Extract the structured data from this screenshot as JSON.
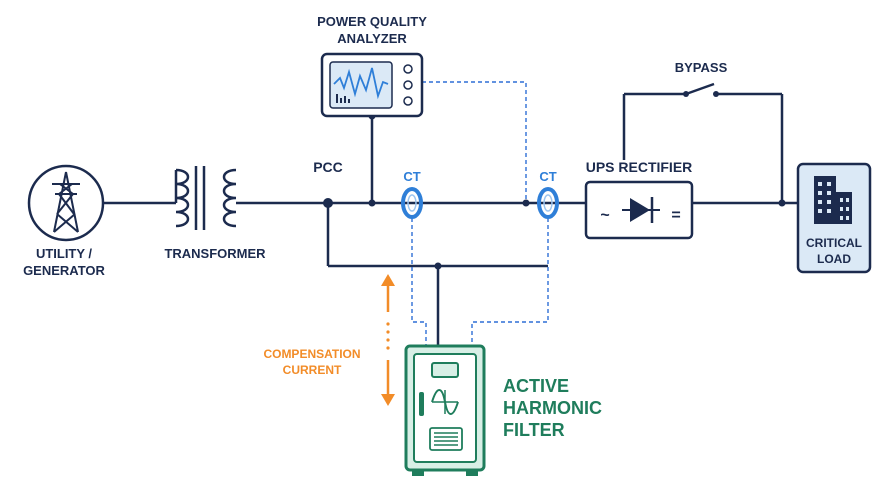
{
  "labels": {
    "pqa_line1": "POWER QUALITY",
    "pqa_line2": "ANALYZER",
    "utility_line1": "UTILITY /",
    "utility_line2": "GENERATOR",
    "transformer": "TRANSFORMER",
    "pcc": "PCC",
    "ct_left": "CT",
    "ct_right": "CT",
    "ups_rectifier": "UPS RECTIFIER",
    "bypass": "BYPASS",
    "critical_line1": "CRITICAL",
    "critical_line2": "LOAD",
    "compensation_line1": "COMPENSATION",
    "compensation_line2": "CURRENT",
    "ahf_line1": "ACTIVE",
    "ahf_line2": "HARMONIC",
    "ahf_line3": "FILTER",
    "ups_ac_symbol": "~",
    "ups_dc_symbol": "="
  },
  "colors": {
    "line": "#1c2b4e",
    "ct_blue": "#2f7fd8",
    "dashed_blue": "#2f6fd6",
    "orange": "#f28c28",
    "green": "#1f7d5c",
    "green_light": "#d8efe6",
    "load_bg": "#dbe9f6",
    "text": "#1c2b4e"
  }
}
